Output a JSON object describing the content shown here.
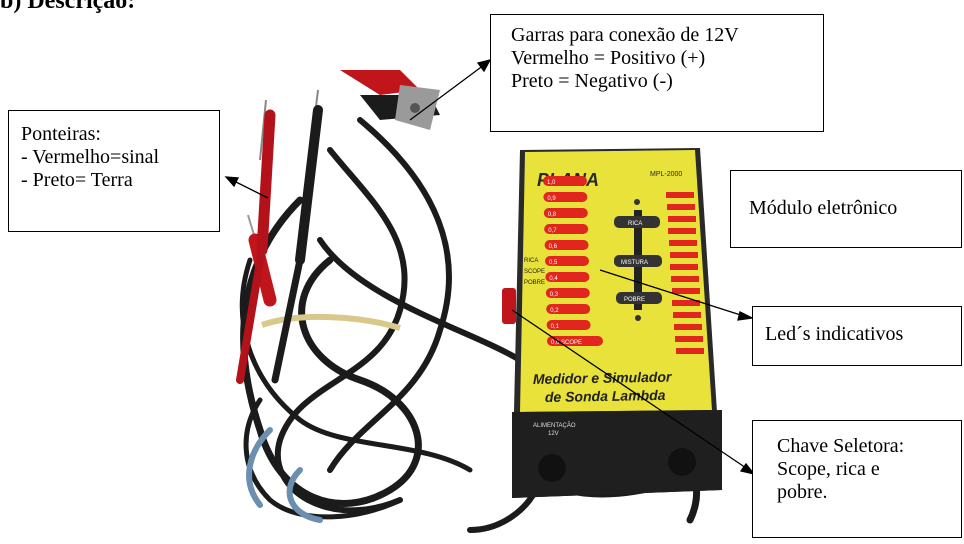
{
  "heading": "b) Descrição:",
  "callouts": {
    "garras": {
      "lines": [
        "Garras para conexão de 12V",
        "Vermelho = Positivo (+)",
        "Preto = Negativo (-)"
      ]
    },
    "ponteiras": {
      "lines": [
        "Ponteiras:",
        "- Vermelho=sinal",
        "- Preto= Terra"
      ]
    },
    "modulo": {
      "lines": [
        "Módulo eletrônico"
      ]
    },
    "leds": {
      "lines": [
        "Led´s indicativos"
      ]
    },
    "chave": {
      "lines": [
        "Chave Seletora:",
        "Scope, rica e",
        "pobre."
      ]
    }
  },
  "device": {
    "brand": "PLANA",
    "model": "MPL-2000",
    "name_line1": "Medidor e Simulador",
    "name_line2": "de Sonda Lambda",
    "power_label": "ALIMENTAÇÃO",
    "power_voltage": "12V",
    "switch_labels": [
      "RICA",
      "SCOPE",
      "POBRE"
    ],
    "indicator_top": "RICA",
    "indicator_mid": "MISTURA",
    "indicator_bottom": "POBRE",
    "led_values": [
      "1,0",
      "0,9",
      "0,8",
      "0,7",
      "0,6",
      "0,5",
      "0,4",
      "0,3",
      "0,2",
      "0,1"
    ],
    "led_bottom_label": "0,0 SCOPE"
  },
  "colors": {
    "panel_yellow": "#e8e23a",
    "led_red": "#e0261e",
    "cable_black": "#1b1b1b",
    "probe_red": "#c0151b",
    "box_dark": "#2a2a2a"
  }
}
